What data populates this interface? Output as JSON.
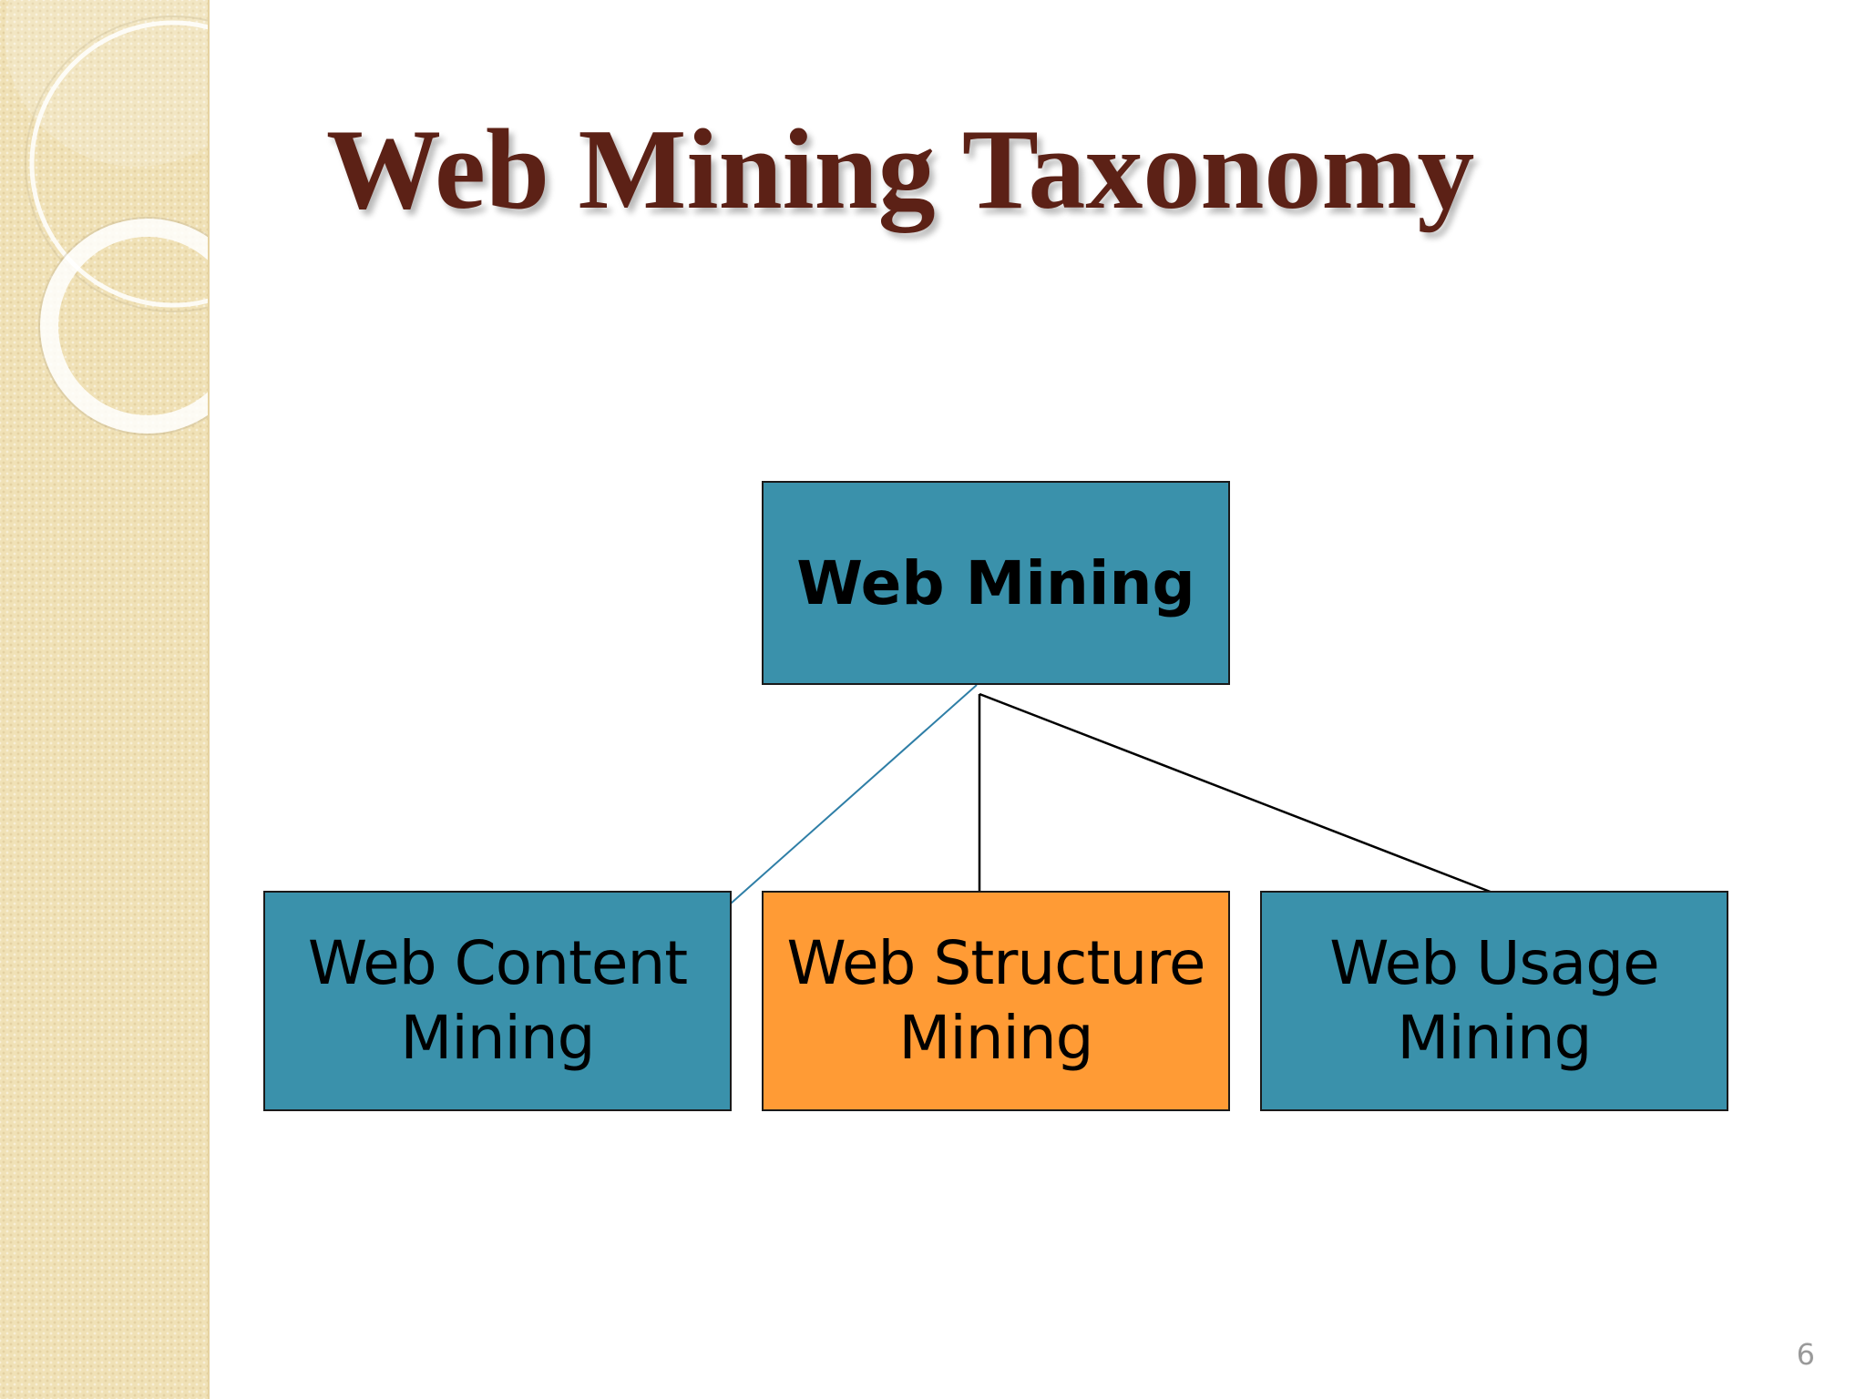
{
  "slide": {
    "title": "Web Mining Taxonomy",
    "page_number": "6"
  },
  "diagram": {
    "root": {
      "label": "Web Mining"
    },
    "children": [
      {
        "label": "Web Content Mining"
      },
      {
        "label": "Web Structure Mining"
      },
      {
        "label": "Web Usage Mining"
      }
    ]
  },
  "colors": {
    "title": "#5c2116",
    "root_box": "#3a91ab",
    "content_box": "#3a91ab",
    "structure_box": "#ff9b35",
    "usage_box": "#3a91ab",
    "content_connector": "#2e7ea6",
    "connector": "#000000",
    "side_panel": "#f0e1b6"
  }
}
